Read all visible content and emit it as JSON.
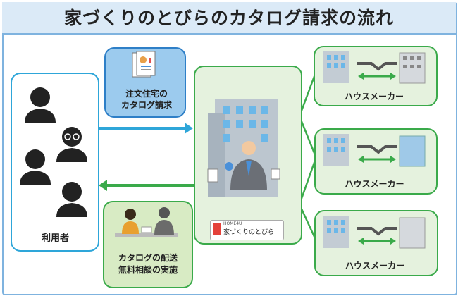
{
  "title": "家づくりのとびらのカタログ請求の流れ",
  "user_box": {
    "label": "利用者"
  },
  "request_bubble": {
    "line1": "注文住宅の",
    "line2": "カタログ請求"
  },
  "response_bubble": {
    "line1": "カタログの配送",
    "line2": "無料相談の実施"
  },
  "center_box": {
    "logo_small": "HOME4U",
    "logo_main": "家づくりのとびら"
  },
  "makers": [
    {
      "label": "ハウスメーカー"
    },
    {
      "label": "ハウスメーカー"
    },
    {
      "label": "ハウスメーカー"
    }
  ],
  "colors": {
    "blue": "#2ea6d9",
    "green": "#3aaa4a",
    "title_bg": "#dbeaf7",
    "request_bg": "#9ccbee",
    "response_bg": "#d8ebc4"
  }
}
